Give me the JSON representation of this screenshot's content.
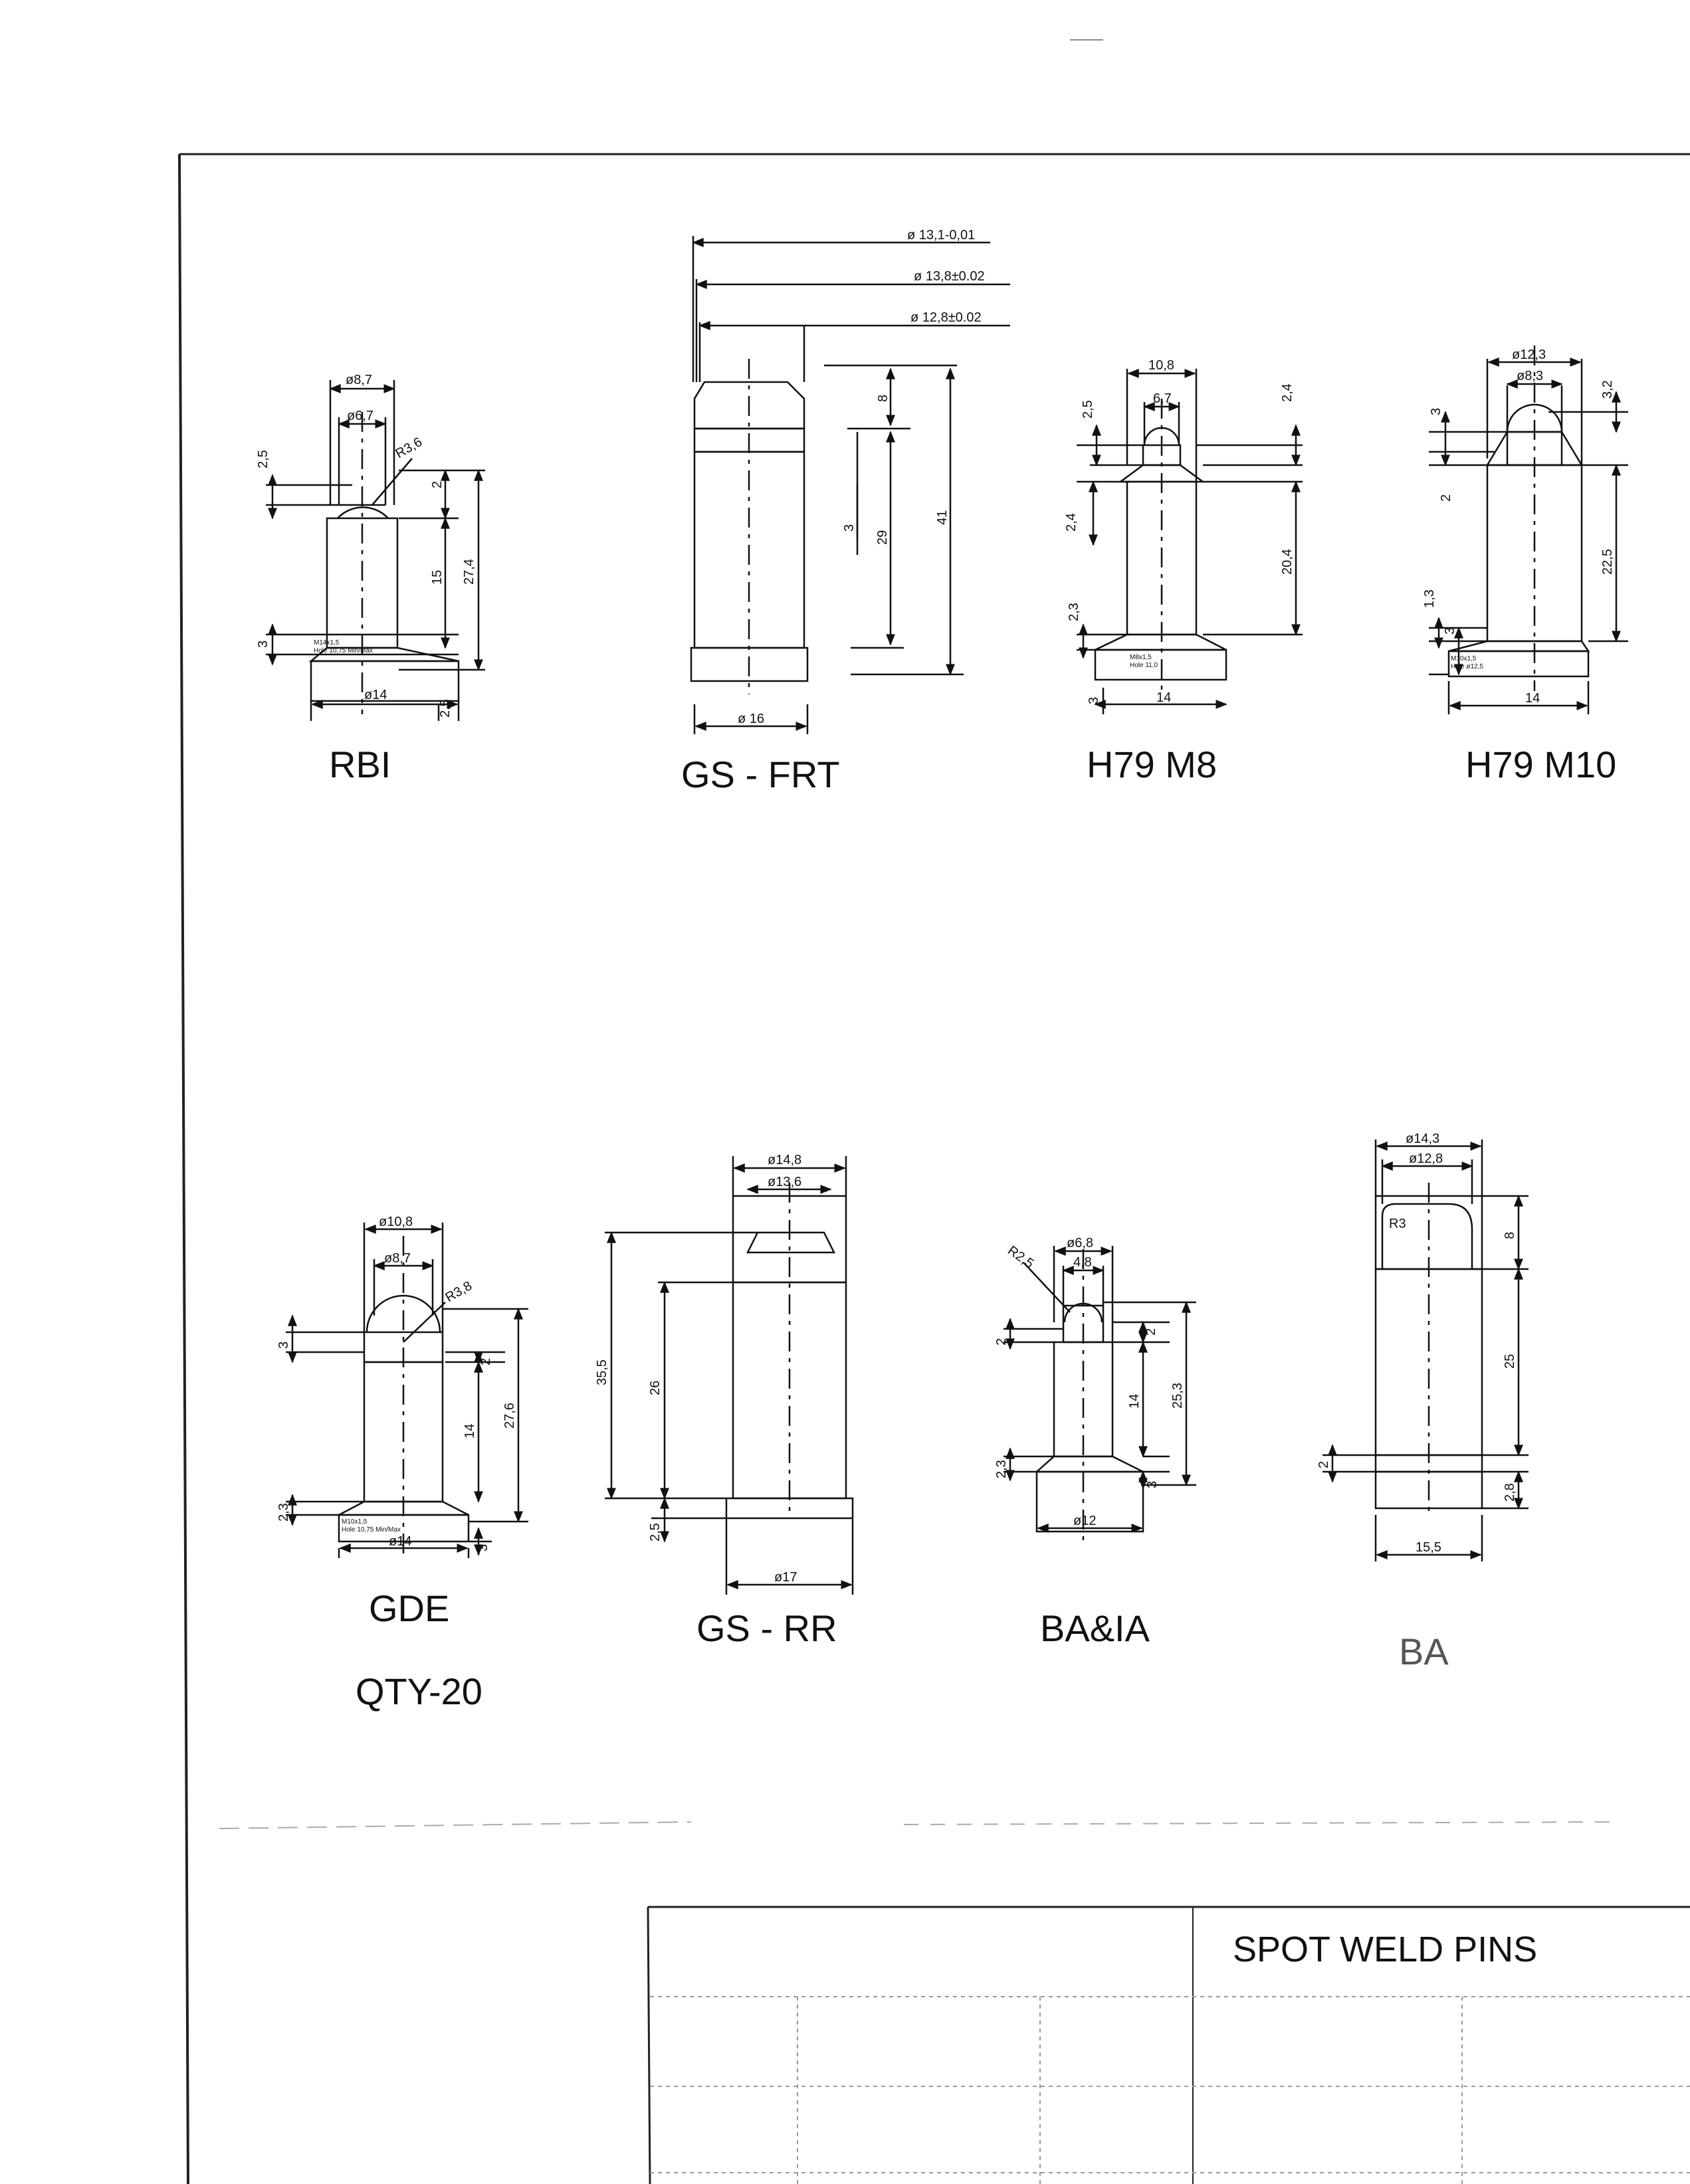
{
  "title_block": {
    "title": "SPOT WELD PINS"
  },
  "pins": [
    {
      "id": "rbi",
      "label": "RBI",
      "dims": {
        "d_outer": "ø8,7",
        "d_inner": "ø6,7",
        "radius": "R3,6",
        "d_base": "ø14",
        "h_top": "2,5",
        "h_shoulder": "2",
        "h_shaft": "15",
        "h_total": "27,4",
        "h_flange": "3",
        "h_bottom": "2,5"
      },
      "note": [
        "M14x1,5",
        "Hole 10,75 Min/Max"
      ]
    },
    {
      "id": "gs-frt",
      "label": "GS - FRT",
      "dims": {
        "d_top": "ø 13,1-0,01",
        "d_mid": "ø 13,8±0.02",
        "d_lower": "ø 12,8±0.02",
        "d_base": "ø 16",
        "h_top": "8",
        "h_small": "3",
        "h_shaft": "29",
        "h_total": "41"
      }
    },
    {
      "id": "h79-m8",
      "label": "H79 M8",
      "dims": {
        "d_outer": "10,8",
        "d_inner": "6,7",
        "h_top_l": "2,5",
        "h_top_r": "2,4",
        "h_mid_l": "2,4",
        "h_shaft": "20,4",
        "h_low_l": "2,3",
        "h_bottom_l": "3",
        "d_base": "14"
      },
      "note": [
        "M8x1,5",
        "Hole 11,0"
      ]
    },
    {
      "id": "h79-m10",
      "label": "H79 M10",
      "dims": {
        "d_outer": "ø12,3",
        "d_inner": "ø8,3",
        "h_top_l": "3",
        "h_top_r": "3,2",
        "h_mid_l": "2",
        "h_shaft": "22,5",
        "h_low_l": "1,3",
        "h_bottom_l": "3",
        "d_base": "14"
      },
      "note": [
        "M10x1,5",
        "Hole ø12,5"
      ]
    },
    {
      "id": "gde",
      "label": "GDE",
      "sublabel": "QTY-20",
      "dims": {
        "d_outer": "ø10,8",
        "d_inner": "ø8,7",
        "radius": "R3,8",
        "h_top": "3",
        "h_shoulder": "2",
        "h_shaft": "14",
        "h_total": "27,6",
        "h_low": "2,3",
        "d_base": "ø14",
        "h_bottom": "3"
      },
      "note": [
        "M10x1,5",
        "Hole 10,75 Min/Max"
      ]
    },
    {
      "id": "gs-rr",
      "label": "GS - RR",
      "dims": {
        "d_outer": "ø14,8",
        "d_inner": "ø13,6",
        "h_total": "35,5",
        "h_shaft": "26",
        "h_base": "2,5",
        "d_base": "ø17"
      }
    },
    {
      "id": "ba-ia",
      "label": "BA&IA",
      "dims": {
        "d_outer": "ø6,8",
        "d_inner": "4,8",
        "radius": "R2,5",
        "h_top": "2",
        "h_shoulder": "2",
        "h_shaft": "14",
        "h_total": "25,3",
        "h_low": "2,3",
        "h_bottom": "3",
        "d_base": "ø12"
      }
    },
    {
      "id": "ba",
      "label": "BA",
      "dims": {
        "d_outer": "ø14,3",
        "d_inner": "ø12,8",
        "radius": "R3",
        "h_top": "8",
        "h_shaft": "25",
        "h_flange": "2",
        "h_bottom": "2,8",
        "d_base": "15,5"
      }
    }
  ]
}
